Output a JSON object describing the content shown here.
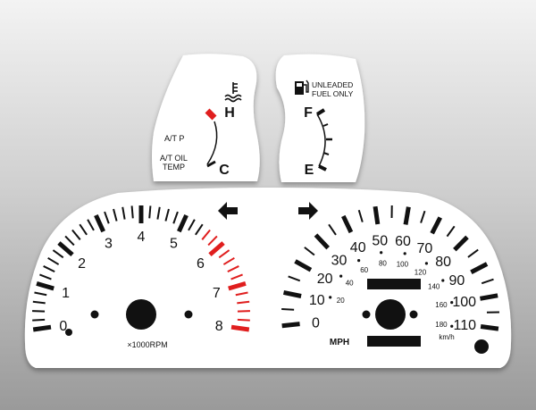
{
  "tach": {
    "numbers": [
      "0",
      "1",
      "2",
      "3",
      "4",
      "5",
      "6",
      "7",
      "8"
    ],
    "unit": "×1000RPM",
    "redline_from": 5.5
  },
  "speedo": {
    "mph": [
      "0",
      "10",
      "20",
      "30",
      "40",
      "50",
      "60",
      "70",
      "80",
      "90",
      "100",
      "110"
    ],
    "kmh": [
      "20",
      "40",
      "60",
      "80",
      "100",
      "120",
      "140",
      "160",
      "180"
    ],
    "mph_unit": "MPH",
    "kmh_unit": "km/h"
  },
  "temp_gauge": {
    "hot": "H",
    "cold": "C",
    "at_p": "A/T P",
    "at_oil_line1": "A/T OIL",
    "at_oil_line2": "TEMP"
  },
  "fuel_gauge": {
    "full": "F",
    "empty": "E",
    "line1": "UNLEADED",
    "line2": "FUEL ONLY"
  },
  "colors": {
    "face": "#ffffff",
    "ink": "#111111",
    "redline": "#e01e1e",
    "background_light": "#f1f1f1",
    "background_dark": "#9c9c9c"
  }
}
